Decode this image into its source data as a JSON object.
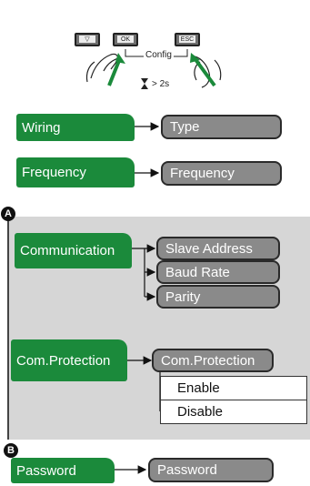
{
  "top": {
    "keys": [
      "▽",
      "OK",
      "ESC"
    ],
    "config_label": "Config",
    "hold_time": "> 2s"
  },
  "wiring": {
    "menu": "Wiring",
    "submenu": "Type"
  },
  "frequency": {
    "menu": "Frequency",
    "submenu": "Frequency"
  },
  "section_a": {
    "badge": "A",
    "communication": {
      "menu": "Communication",
      "submenus": [
        "Slave Address",
        "Baud Rate",
        "Parity"
      ]
    },
    "com_protection": {
      "menu": "Com.Protection",
      "submenu": "Com.Protection",
      "options": [
        "Enable",
        "Disable"
      ]
    }
  },
  "section_b": {
    "badge": "B",
    "password": {
      "menu": "Password",
      "submenu": "Password"
    }
  },
  "colors": {
    "menu_green": "#1b8a3b",
    "submenu_grey": "#8a8a8a",
    "panel_grey": "#d6d6d6"
  }
}
